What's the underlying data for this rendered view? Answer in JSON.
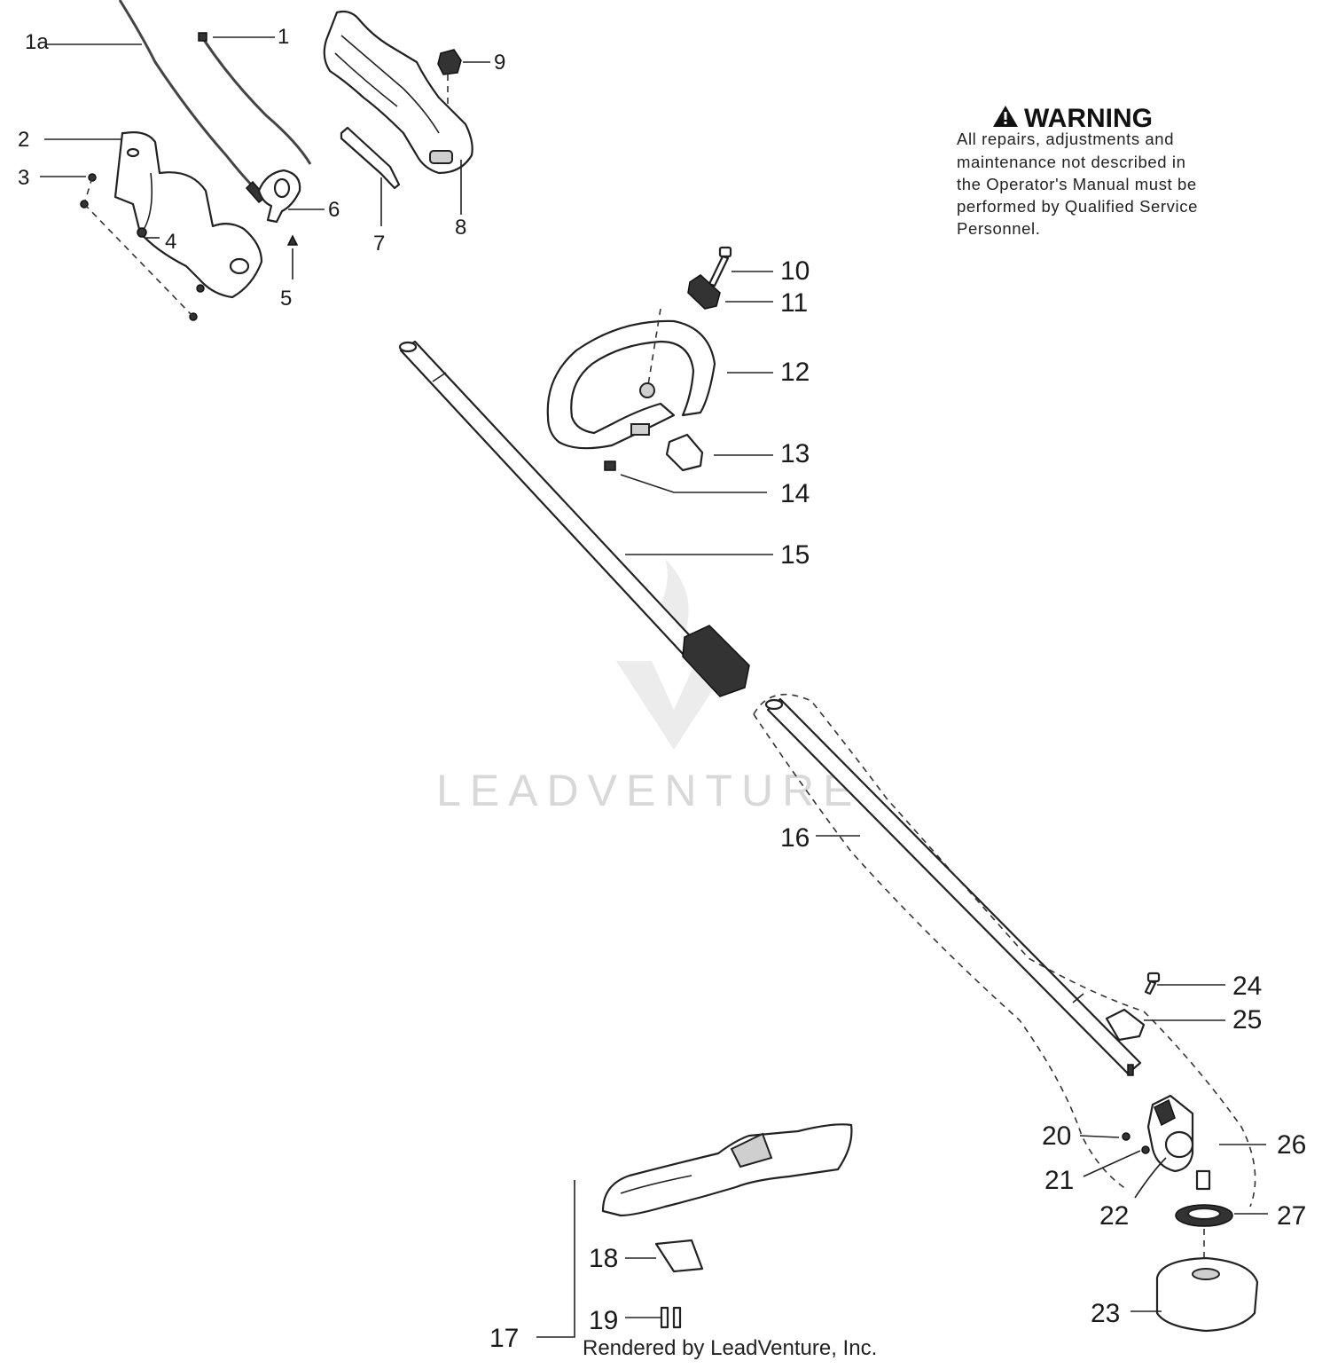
{
  "warning": {
    "title": "WARNING",
    "lines": [
      "All repairs, adjustments and",
      "maintenance not described in",
      "the Operator's Manual must be",
      "performed by Qualified Service",
      "Personnel."
    ]
  },
  "labels": {
    "p1a": "1a",
    "p1": "1",
    "p2": "2",
    "p3": "3",
    "p4": "4",
    "p5": "5",
    "p6": "6",
    "p7": "7",
    "p8": "8",
    "p9": "9",
    "p10": "10",
    "p11": "11",
    "p12": "12",
    "p13": "13",
    "p14": "14",
    "p15": "15",
    "p16": "16",
    "p17": "17",
    "p18": "18",
    "p19": "19",
    "p20": "20",
    "p21": "21",
    "p22": "22",
    "p23": "23",
    "p24": "24",
    "p25": "25",
    "p26": "26",
    "p27": "27"
  },
  "watermark": "LEADVENTURE",
  "footer": "Rendered by LeadVenture, Inc."
}
